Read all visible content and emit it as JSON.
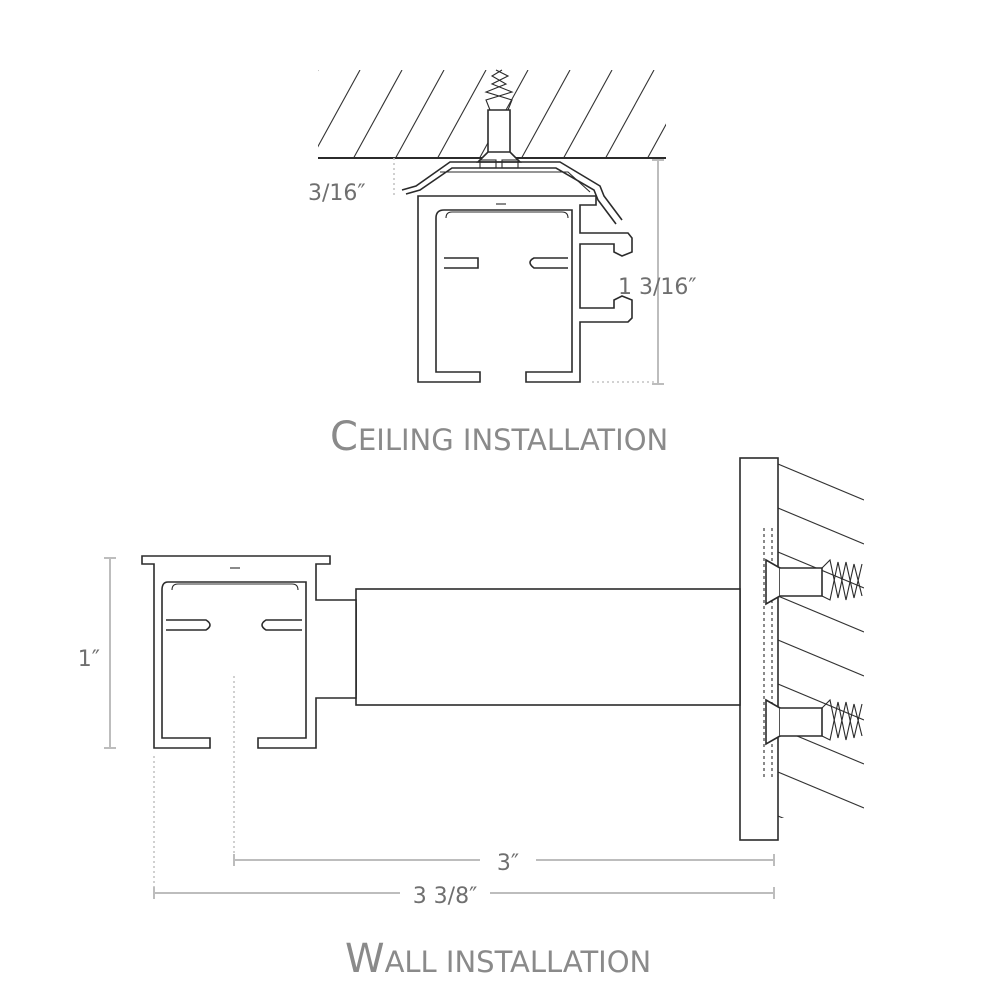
{
  "ceiling": {
    "title_initial": "C",
    "title_rest": "EILING INSTALLATION",
    "dim_gap": "3/16″",
    "dim_height": "1 3/16″"
  },
  "wall": {
    "title_initial": "W",
    "title_rest": "ALL INSTALLATION",
    "dim_height": "1″",
    "dim_inner": "3″",
    "dim_total": "3 3/8″"
  },
  "colors": {
    "text": "#8a8a8a",
    "line": "#2b2b2b",
    "dimension": "#bdbdbd"
  }
}
